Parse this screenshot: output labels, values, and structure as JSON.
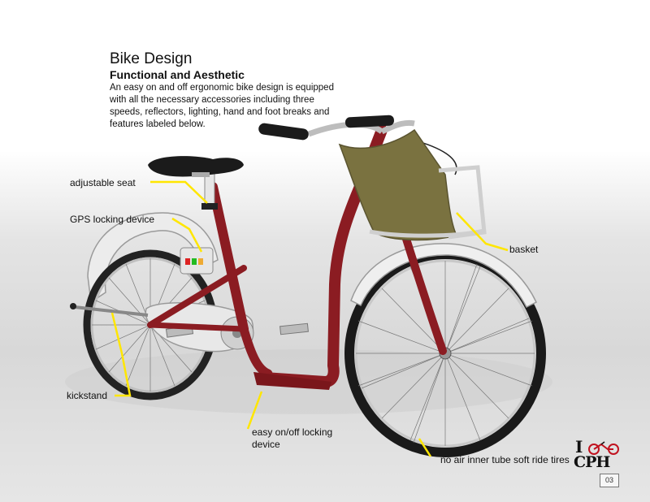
{
  "heading": {
    "title": "Bike Design",
    "subtitle": "Functional and Aesthetic",
    "description": "An easy on and off ergonomic bike design is equipped with all the necessary accessories including three speeds, reflectors, lighting, hand and foot breaks and features labeled below."
  },
  "labels": {
    "adjustable_seat": "adjustable seat",
    "gps_locking_device": "GPS locking device",
    "basket": "basket",
    "kickstand": "kickstand",
    "easy_locking_device": "easy on/off locking device",
    "tires": "no air inner tube soft ride tires"
  },
  "logo": {
    "top": "I",
    "bottom": "CPH"
  },
  "page_number": "03",
  "colors": {
    "frame": "#8b1c22",
    "callout_line": "#ffe600",
    "basket": "#7a7240",
    "tire": "#1a1a1a"
  }
}
